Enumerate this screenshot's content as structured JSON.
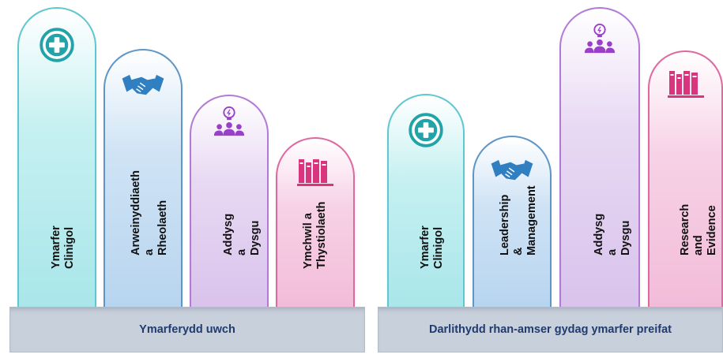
{
  "left_group": {
    "base_label": "Ymarferydd uwch",
    "pillars": [
      {
        "label": "Ymarfer Clinigol",
        "icon": "medical-cross-icon"
      },
      {
        "label": "Arweinyddiaeth a\nRheolaeth",
        "icon": "handshake-icon"
      },
      {
        "label": "Addysg a Dysgu",
        "icon": "lightbulb-group-icon"
      },
      {
        "label": "Ymchwil a\nThystiolaeth",
        "icon": "books-icon"
      }
    ]
  },
  "right_group": {
    "base_label": "Darlithydd rhan-amser gydag ymarfer preifat",
    "pillars": [
      {
        "label": "Ymarfer Clinigol",
        "icon": "medical-cross-icon"
      },
      {
        "label": "Leadership &\nManagement",
        "icon": "handshake-icon"
      },
      {
        "label": "Addysg a Dysgu",
        "icon": "lightbulb-group-icon"
      },
      {
        "label": "Research and  Evidence",
        "icon": "books-icon"
      }
    ]
  },
  "colors": {
    "clinical_teal": "#22a3a8",
    "leadership_blue": "#2f7fc1",
    "education_purple": "#9a3fc9",
    "research_pink": "#d9347e",
    "base_gray": "#c8d0dc"
  }
}
